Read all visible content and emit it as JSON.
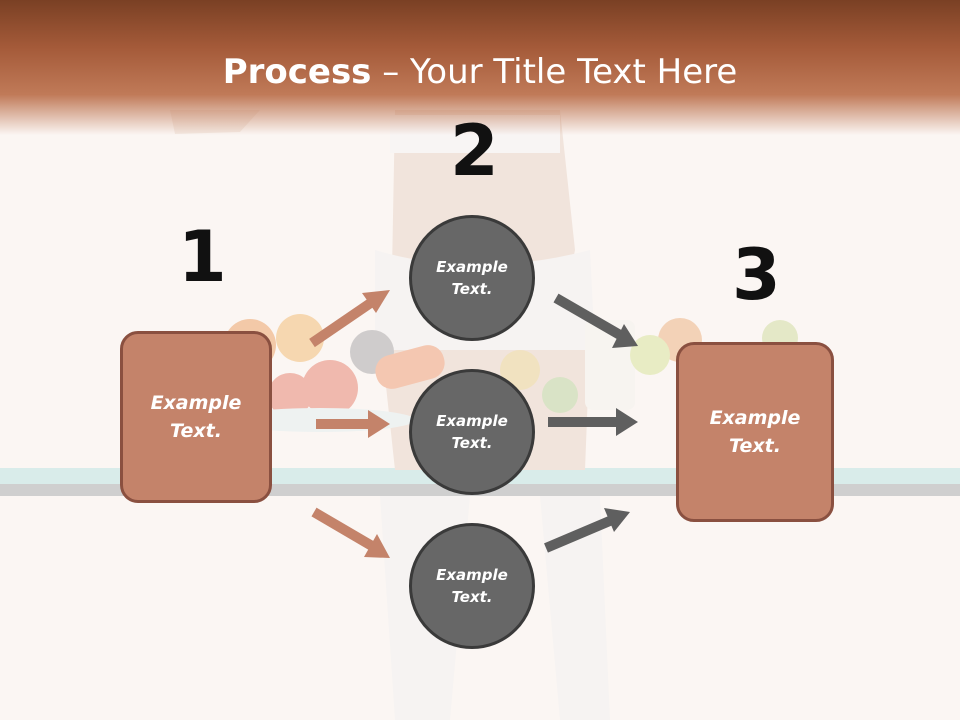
{
  "slide": {
    "title_bold": "Process",
    "title_rest": " – Your Title Text Here",
    "numbers": [
      "1",
      "2",
      "3"
    ],
    "left_box": {
      "line1": "Example",
      "line2": "Text."
    },
    "right_box": {
      "line1": "Example",
      "line2": "Text."
    },
    "circles": [
      {
        "line1": "Example",
        "line2": "Text."
      },
      {
        "line1": "Example",
        "line2": "Text."
      },
      {
        "line1": "Example",
        "line2": "Text."
      }
    ]
  },
  "colors": {
    "header": "#a45a39",
    "box_fill": "#c4836a",
    "box_border": "#8a5040",
    "circle_fill": "#676767",
    "circle_border": "#3a3a3a",
    "arrow_left": "#c4836a",
    "arrow_right": "#5f5f5f"
  }
}
